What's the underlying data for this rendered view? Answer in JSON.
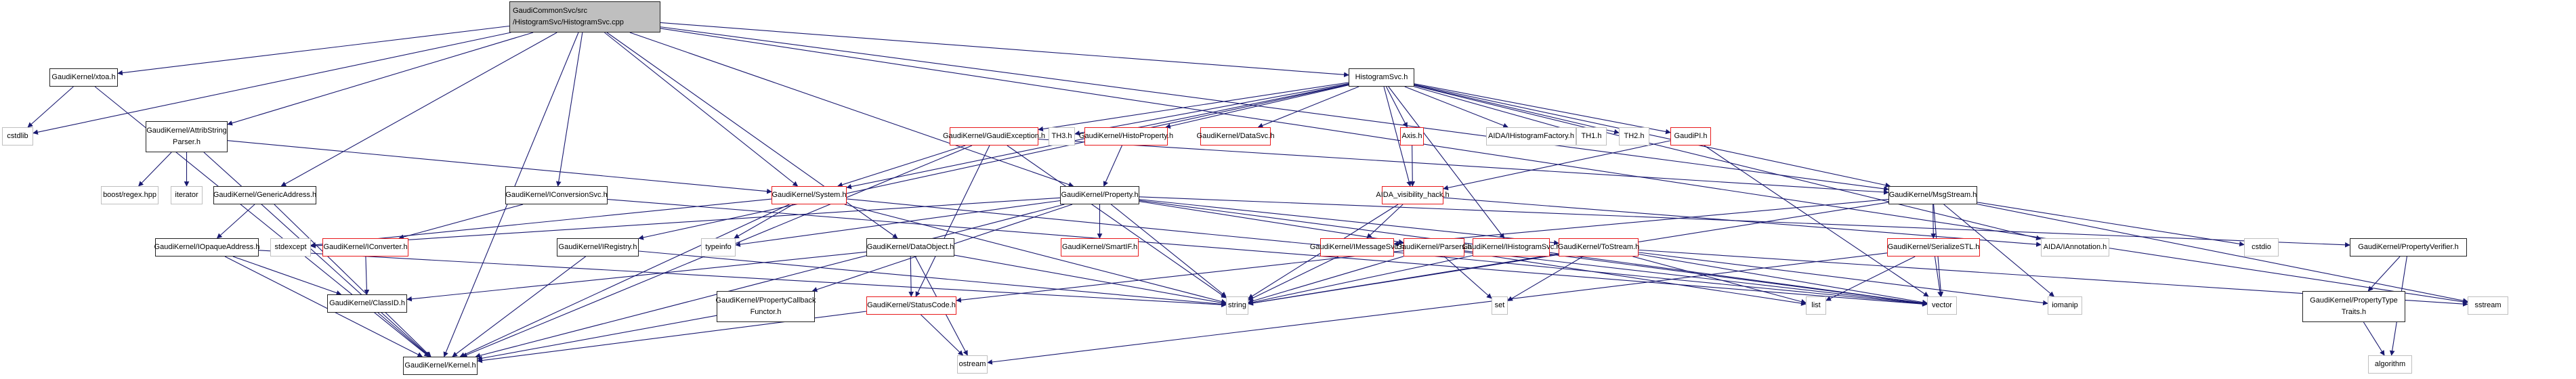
{
  "title": "Include dependency graph for HistogramSvc.cpp",
  "colors": {
    "edge": "#191970",
    "documented_border": "#222222",
    "undocumented_border": "#e8191b",
    "external_border": "#bfbfbf",
    "root_fill": "#bfbfbf"
  },
  "nodes": [
    {
      "id": "root",
      "label": "GaudiCommonSvc/src\n/HistogramSvc/HistogramSvc.cpp",
      "kind": "root"
    },
    {
      "id": "xtoa",
      "label": "GaudiKernel/xtoa.h",
      "kind": "doc"
    },
    {
      "id": "cstdlib",
      "label": "cstdlib",
      "kind": "ext"
    },
    {
      "id": "attrib",
      "label": "GaudiKernel/AttribString\nParser.h",
      "kind": "doc"
    },
    {
      "id": "boostregex",
      "label": "boost/regex.hpp",
      "kind": "ext"
    },
    {
      "id": "iterator",
      "label": "iterator",
      "kind": "ext"
    },
    {
      "id": "genaddr",
      "label": "GaudiKernel/GenericAddress.h",
      "kind": "doc"
    },
    {
      "id": "iopaque",
      "label": "GaudiKernel/IOpaqueAddress.h",
      "kind": "doc"
    },
    {
      "id": "stdexcept",
      "label": "stdexcept",
      "kind": "ext"
    },
    {
      "id": "iconverter",
      "label": "GaudiKernel/IConverter.h",
      "kind": "undoc"
    },
    {
      "id": "classid",
      "label": "GaudiKernel/ClassID.h",
      "kind": "doc"
    },
    {
      "id": "kernel",
      "label": "GaudiKernel/Kernel.h",
      "kind": "doc"
    },
    {
      "id": "iconvsvc",
      "label": "GaudiKernel/IConversionSvc.h",
      "kind": "doc"
    },
    {
      "id": "iregistry",
      "label": "GaudiKernel/IRegistry.h",
      "kind": "doc"
    },
    {
      "id": "system",
      "label": "GaudiKernel/System.h",
      "kind": "undoc"
    },
    {
      "id": "typeinfo",
      "label": "typeinfo",
      "kind": "ext"
    },
    {
      "id": "dataobject",
      "label": "GaudiKernel/DataObject.h",
      "kind": "doc"
    },
    {
      "id": "propcb",
      "label": "GaudiKernel/PropertyCallback\nFunctor.h",
      "kind": "doc"
    },
    {
      "id": "statuscode",
      "label": "GaudiKernel/StatusCode.h",
      "kind": "undoc"
    },
    {
      "id": "ostream",
      "label": "ostream",
      "kind": "ext"
    },
    {
      "id": "property",
      "label": "GaudiKernel/Property.h",
      "kind": "doc"
    },
    {
      "id": "smartif",
      "label": "GaudiKernel/SmartIF.h",
      "kind": "undoc"
    },
    {
      "id": "histosvc",
      "label": "HistogramSvc.h",
      "kind": "doc"
    },
    {
      "id": "gaudiexc",
      "label": "GaudiKernel/GaudiException.h",
      "kind": "undoc"
    },
    {
      "id": "th3",
      "label": "TH3.h",
      "kind": "ext"
    },
    {
      "id": "histoprop",
      "label": "GaudiKernel/HistoProperty.h",
      "kind": "undoc"
    },
    {
      "id": "datasvc",
      "label": "GaudiKernel/DataSvc.h",
      "kind": "undoc"
    },
    {
      "id": "axis",
      "label": "Axis.h",
      "kind": "undoc"
    },
    {
      "id": "ihistfactory",
      "label": "AIDA/IHistogramFactory.h",
      "kind": "ext"
    },
    {
      "id": "th1",
      "label": "TH1.h",
      "kind": "ext"
    },
    {
      "id": "th2",
      "label": "TH2.h",
      "kind": "ext"
    },
    {
      "id": "gaudipi",
      "label": "GaudiPI.h",
      "kind": "undoc"
    },
    {
      "id": "aidahack",
      "label": "AIDA_visibility_hack.h",
      "kind": "undoc"
    },
    {
      "id": "msgstream",
      "label": "GaudiKernel/MsgStream.h",
      "kind": "doc"
    },
    {
      "id": "imsgsvc",
      "label": "GaudiKernel/IMessageSvc.h",
      "kind": "undoc"
    },
    {
      "id": "parsers",
      "label": "GaudiKernel/Parsers.h",
      "kind": "undoc"
    },
    {
      "id": "ihistsvc",
      "label": "GaudiKernel/IHistogramSvc.h",
      "kind": "undoc"
    },
    {
      "id": "tostream",
      "label": "GaudiKernel/ToStream.h",
      "kind": "undoc"
    },
    {
      "id": "serialize",
      "label": "GaudiKernel/SerializeSTL.h",
      "kind": "undoc"
    },
    {
      "id": "iannotation",
      "label": "AIDA/IAnnotation.h",
      "kind": "ext"
    },
    {
      "id": "cstdio",
      "label": "cstdio",
      "kind": "ext"
    },
    {
      "id": "propverifier",
      "label": "GaudiKernel/PropertyVerifier.h",
      "kind": "doc"
    },
    {
      "id": "proptypetraits",
      "label": "GaudiKernel/PropertyType\nTraits.h",
      "kind": "doc"
    },
    {
      "id": "algorithm",
      "label": "algorithm",
      "kind": "ext"
    },
    {
      "id": "string",
      "label": "string",
      "kind": "ext"
    },
    {
      "id": "set",
      "label": "set",
      "kind": "ext"
    },
    {
      "id": "list",
      "label": "list",
      "kind": "ext"
    },
    {
      "id": "vector",
      "label": "vector",
      "kind": "ext"
    },
    {
      "id": "iomanip",
      "label": "iomanip",
      "kind": "ext"
    },
    {
      "id": "sstream",
      "label": "sstream",
      "kind": "ext"
    }
  ],
  "edges": [
    [
      "root",
      "xtoa"
    ],
    [
      "root",
      "cstdlib"
    ],
    [
      "root",
      "attrib"
    ],
    [
      "root",
      "genaddr"
    ],
    [
      "root",
      "iconvsvc"
    ],
    [
      "root",
      "dataobject"
    ],
    [
      "root",
      "property"
    ],
    [
      "root",
      "histosvc"
    ],
    [
      "root",
      "msgstream"
    ],
    [
      "root",
      "sstream"
    ],
    [
      "root",
      "system"
    ],
    [
      "root",
      "kernel"
    ],
    [
      "xtoa",
      "cstdlib"
    ],
    [
      "xtoa",
      "kernel"
    ],
    [
      "attrib",
      "boostregex"
    ],
    [
      "attrib",
      "iterator"
    ],
    [
      "attrib",
      "system"
    ],
    [
      "attrib",
      "kernel"
    ],
    [
      "genaddr",
      "iopaque"
    ],
    [
      "genaddr",
      "kernel"
    ],
    [
      "iopaque",
      "classid"
    ],
    [
      "iopaque",
      "kernel"
    ],
    [
      "iopaque",
      "string"
    ],
    [
      "iconvsvc",
      "iconverter"
    ],
    [
      "iconvsvc",
      "vector"
    ],
    [
      "iconverter",
      "classid"
    ],
    [
      "classid",
      "kernel"
    ],
    [
      "iregistry",
      "kernel"
    ],
    [
      "iregistry",
      "string"
    ],
    [
      "system",
      "typeinfo"
    ],
    [
      "system",
      "stdexcept"
    ],
    [
      "system",
      "kernel"
    ],
    [
      "system",
      "string"
    ],
    [
      "system",
      "vector"
    ],
    [
      "dataobject",
      "classid"
    ],
    [
      "dataobject",
      "statuscode"
    ],
    [
      "dataobject",
      "ostream"
    ],
    [
      "dataobject",
      "string"
    ],
    [
      "propcb",
      "kernel"
    ],
    [
      "statuscode",
      "ostream"
    ],
    [
      "statuscode",
      "kernel"
    ],
    [
      "property",
      "smartif"
    ],
    [
      "property",
      "string"
    ],
    [
      "property",
      "typeinfo"
    ],
    [
      "property",
      "propcb"
    ],
    [
      "property",
      "parsers"
    ],
    [
      "property",
      "tostream"
    ],
    [
      "property",
      "propverifier"
    ],
    [
      "property",
      "stdexcept"
    ],
    [
      "property",
      "vector"
    ],
    [
      "property",
      "kernel"
    ],
    [
      "histosvc",
      "gaudiexc"
    ],
    [
      "histosvc",
      "th3"
    ],
    [
      "histosvc",
      "histoprop"
    ],
    [
      "histosvc",
      "datasvc"
    ],
    [
      "histosvc",
      "axis"
    ],
    [
      "histosvc",
      "ihistfactory"
    ],
    [
      "histosvc",
      "th1"
    ],
    [
      "histosvc",
      "th2"
    ],
    [
      "histosvc",
      "gaudipi"
    ],
    [
      "histosvc",
      "aidahack"
    ],
    [
      "histosvc",
      "system"
    ],
    [
      "histosvc",
      "ihistsvc"
    ],
    [
      "histosvc",
      "iregistry"
    ],
    [
      "histosvc",
      "msgstream"
    ],
    [
      "histosvc",
      "iannotation"
    ],
    [
      "gaudiexc",
      "system"
    ],
    [
      "gaudiexc",
      "statuscode"
    ],
    [
      "gaudiexc",
      "string"
    ],
    [
      "gaudiexc",
      "kernel"
    ],
    [
      "gaudiexc",
      "msgstream"
    ],
    [
      "histoprop",
      "property"
    ],
    [
      "axis",
      "aidahack"
    ],
    [
      "gaudipi",
      "aidahack"
    ],
    [
      "gaudipi",
      "vector"
    ],
    [
      "aidahack",
      "string"
    ],
    [
      "aidahack",
      "iannotation"
    ],
    [
      "aidahack",
      "imsgsvc"
    ],
    [
      "msgstream",
      "imsgsvc"
    ],
    [
      "msgstream",
      "serialize"
    ],
    [
      "msgstream",
      "cstdio"
    ],
    [
      "msgstream",
      "string"
    ],
    [
      "msgstream",
      "iomanip"
    ],
    [
      "msgstream",
      "sstream"
    ],
    [
      "msgstream",
      "vector"
    ],
    [
      "imsgsvc",
      "string"
    ],
    [
      "parsers",
      "string"
    ],
    [
      "parsers",
      "set"
    ],
    [
      "parsers",
      "list"
    ],
    [
      "parsers",
      "vector"
    ],
    [
      "parsers",
      "statuscode"
    ],
    [
      "ihistsvc",
      "string"
    ],
    [
      "ihistsvc",
      "vector"
    ],
    [
      "tostream",
      "string"
    ],
    [
      "tostream",
      "set"
    ],
    [
      "tostream",
      "list"
    ],
    [
      "tostream",
      "vector"
    ],
    [
      "tostream",
      "iomanip"
    ],
    [
      "tostream",
      "sstream"
    ],
    [
      "serialize",
      "list"
    ],
    [
      "serialize",
      "vector"
    ],
    [
      "serialize",
      "ostream"
    ],
    [
      "propverifier",
      "proptypetraits"
    ],
    [
      "propverifier",
      "algorithm"
    ],
    [
      "proptypetraits",
      "algorithm"
    ]
  ]
}
